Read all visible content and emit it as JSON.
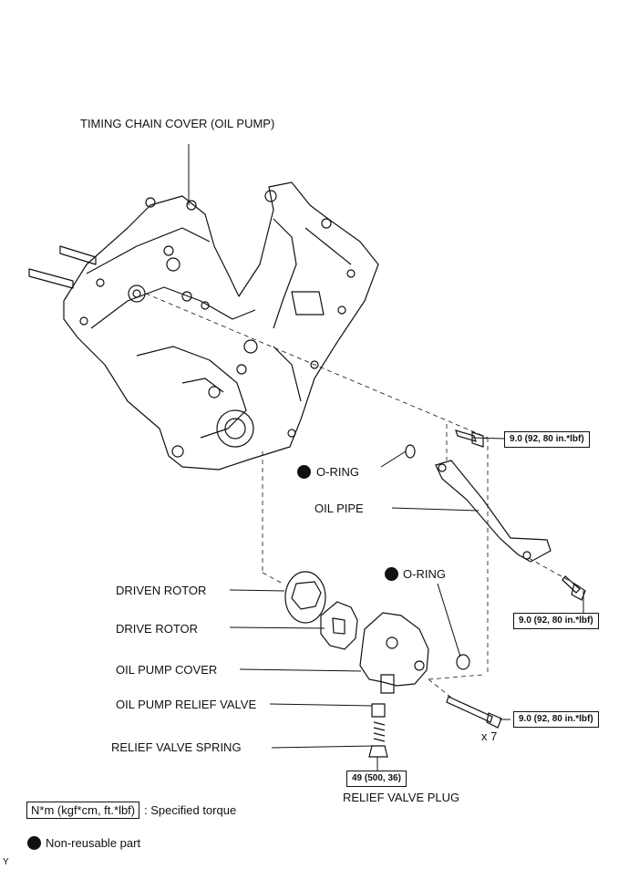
{
  "labels": {
    "timing_chain_cover": "TIMING CHAIN COVER (OIL PUMP)",
    "o_ring_1": "O-RING",
    "oil_pipe": "OIL PIPE",
    "o_ring_2": "O-RING",
    "driven_rotor": "DRIVEN ROTOR",
    "drive_rotor": "DRIVE ROTOR",
    "oil_pump_cover": "OIL PUMP COVER",
    "oil_pump_relief_valve": "OIL PUMP RELIEF VALVE",
    "relief_valve_spring": "RELIEF VALVE SPRING",
    "relief_valve_plug": "RELIEF VALVE PLUG",
    "bolt_count": "x 7"
  },
  "torques": {
    "pipe_bolt_top": "9.0 (92, 80 in.*lbf)",
    "pipe_bolt_bottom": "9.0 (92, 80 in.*lbf)",
    "cover_bolts": "9.0 (92, 80 in.*lbf)",
    "plug": "49 (500, 36)"
  },
  "legend": {
    "torque_unit": "N*m (kgf*cm, ft.*lbf)",
    "torque_desc": ": Specified torque",
    "non_reusable": "Non-reusable part"
  },
  "corner_mark": "Y"
}
